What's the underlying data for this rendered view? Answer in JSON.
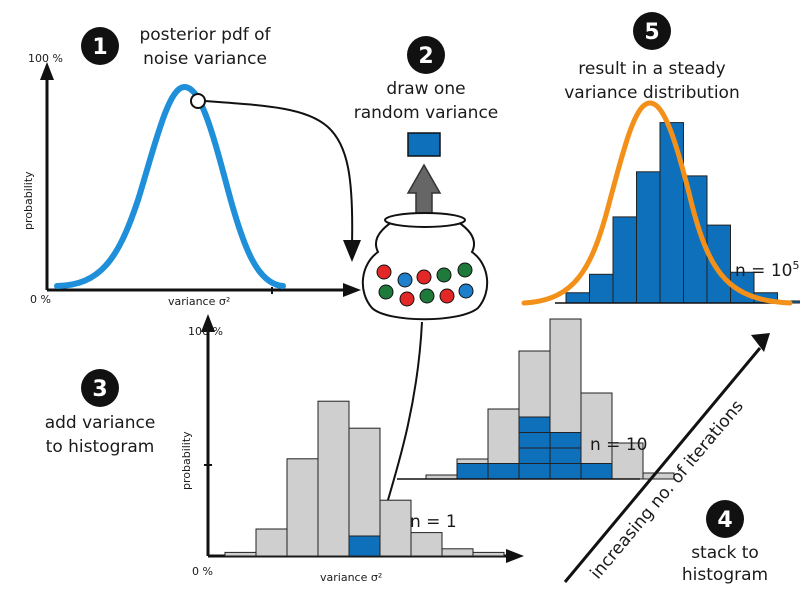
{
  "steps": [
    {
      "number": "1",
      "lines": [
        "posterior pdf of",
        "noise variance"
      ]
    },
    {
      "number": "2",
      "lines": [
        "draw one",
        "random variance"
      ]
    },
    {
      "number": "3",
      "lines": [
        "add variance",
        "to histogram"
      ]
    },
    {
      "number": "4",
      "lines": [
        "stack to",
        "histogram"
      ]
    },
    {
      "number": "5",
      "lines": [
        "result in a steady",
        "variance distribution"
      ]
    }
  ],
  "pdf_plot": {
    "ylabel": "probability",
    "xlabel": "variance σ²",
    "y_top_tick": "100 %",
    "y_bottom_tick": "0 %"
  },
  "hist_plot": {
    "ylabel": "probability",
    "xlabel": "variance σ²",
    "y_top_tick": "100 %",
    "y_bottom_tick": "0 %"
  },
  "labels": {
    "n1": "n = 1",
    "n10": "n = 10",
    "n_large": "n = 10",
    "n_large_exp": "5",
    "iterations": "increasing no. of iterations"
  },
  "colors": {
    "blue": "#0e6fba",
    "gray": "#cfcfcf",
    "orange": "#f39019",
    "pdf_curve": "#1e8fd8",
    "badge": "#111111"
  },
  "histograms": {
    "n1": {
      "gray_heights": [
        0.02,
        0.15,
        0.54,
        0.86,
        0.71,
        0.31,
        0.13,
        0.04,
        0.02
      ],
      "blue_counts": [
        0,
        0,
        0,
        0,
        1,
        0,
        0,
        0,
        0
      ]
    },
    "n10": {
      "gray_heights": [
        0.02,
        0.1,
        0.35,
        0.64,
        0.8,
        0.43,
        0.18,
        0.03
      ],
      "blue_counts": [
        0,
        1,
        1,
        4,
        3,
        1,
        0,
        0
      ]
    },
    "n100000": {
      "blue_heights": [
        0.05,
        0.14,
        0.42,
        0.64,
        0.88,
        0.62,
        0.38,
        0.15,
        0.05,
        0.01
      ]
    }
  }
}
